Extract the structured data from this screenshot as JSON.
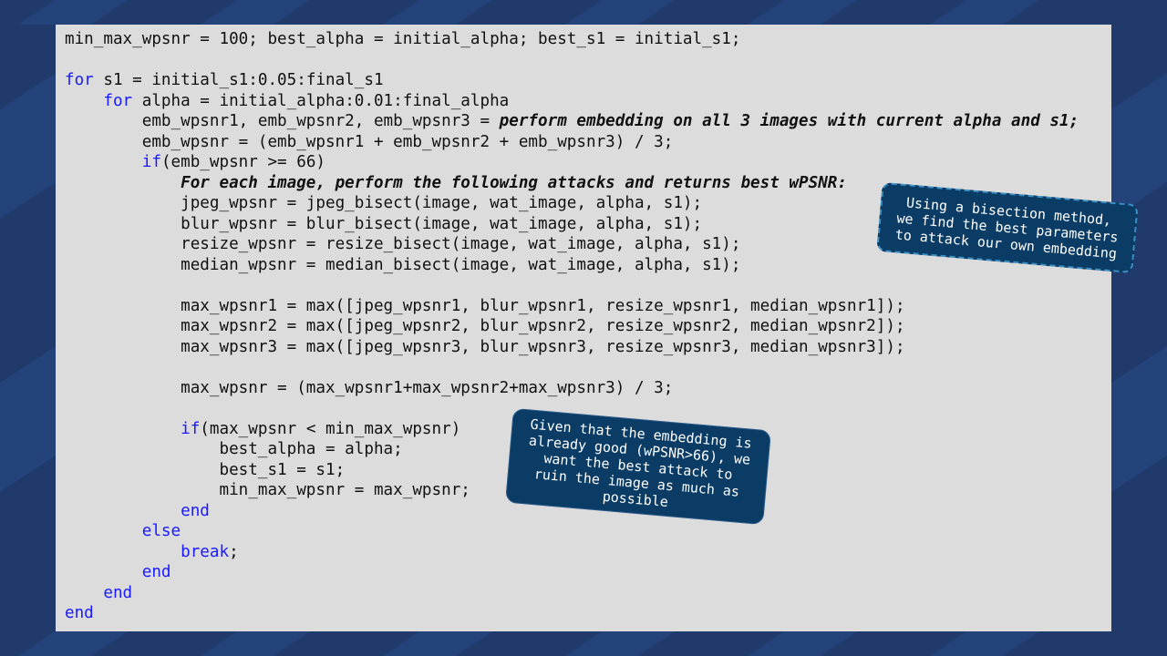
{
  "code_lines": [
    [
      {
        "t": "min_max_wpsnr = 100; best_alpha = initial_alpha; best_s1 = initial_s1;"
      }
    ],
    [],
    [
      {
        "t": "for",
        "s": "kw"
      },
      {
        "t": " s1 = initial_s1:0.05:final_s1"
      }
    ],
    [
      {
        "t": "    "
      },
      {
        "t": "for",
        "s": "kw"
      },
      {
        "t": " alpha = initial_alpha:0.01:final_alpha"
      }
    ],
    [
      {
        "t": "        emb_wpsnr1, emb_wpsnr2, emb_wpsnr3 = "
      },
      {
        "t": "perform embedding on all 3 images with current alpha and s1;",
        "s": "emph"
      }
    ],
    [
      {
        "t": "        emb_wpsnr = (emb_wpsnr1 + emb_wpsnr2 + emb_wpsnr3) / 3;"
      }
    ],
    [
      {
        "t": "        "
      },
      {
        "t": "if",
        "s": "kw"
      },
      {
        "t": "(emb_wpsnr >= 66)"
      }
    ],
    [
      {
        "t": "            "
      },
      {
        "t": "For each image, perform the following attacks and returns best wPSNR:",
        "s": "emph"
      }
    ],
    [
      {
        "t": "            jpeg_wpsnr = jpeg_bisect(image, wat_image, alpha, s1);"
      }
    ],
    [
      {
        "t": "            blur_wpsnr = blur_bisect(image, wat_image, alpha, s1);"
      }
    ],
    [
      {
        "t": "            resize_wpsnr = resize_bisect(image, wat_image, alpha, s1);"
      }
    ],
    [
      {
        "t": "            median_wpsnr = median_bisect(image, wat_image, alpha, s1);"
      }
    ],
    [],
    [
      {
        "t": "            max_wpsnr1 = max([jpeg_wpsnr1, blur_wpsnr1, resize_wpsnr1, median_wpsnr1]);"
      }
    ],
    [
      {
        "t": "            max_wpsnr2 = max([jpeg_wpsnr2, blur_wpsnr2, resize_wpsnr2, median_wpsnr2]);"
      }
    ],
    [
      {
        "t": "            max_wpsnr3 = max([jpeg_wpsnr3, blur_wpsnr3, resize_wpsnr3, median_wpsnr3]);"
      }
    ],
    [],
    [
      {
        "t": "            max_wpsnr = (max_wpsnr1+max_wpsnr2+max_wpsnr3) / 3;"
      }
    ],
    [],
    [
      {
        "t": "            "
      },
      {
        "t": "if",
        "s": "kw"
      },
      {
        "t": "(max_wpsnr < min_max_wpsnr)"
      }
    ],
    [
      {
        "t": "                best_alpha = alpha;"
      }
    ],
    [
      {
        "t": "                best_s1 = s1;"
      }
    ],
    [
      {
        "t": "                min_max_wpsnr = max_wpsnr;"
      }
    ],
    [
      {
        "t": "            "
      },
      {
        "t": "end",
        "s": "kw"
      }
    ],
    [
      {
        "t": "        "
      },
      {
        "t": "else",
        "s": "kw"
      }
    ],
    [
      {
        "t": "            "
      },
      {
        "t": "break",
        "s": "kw"
      },
      {
        "t": ";"
      }
    ],
    [
      {
        "t": "        "
      },
      {
        "t": "end",
        "s": "kw"
      }
    ],
    [
      {
        "t": "    "
      },
      {
        "t": "end",
        "s": "kw"
      }
    ],
    [
      {
        "t": "end",
        "s": "kw"
      }
    ]
  ],
  "callouts": {
    "bisection": "Using a bisection method,\nwe find the best parameters\nto attack our own embedding",
    "embedding": "Given that the embedding is\nalready good (wPSNR>66), we\nwant the best attack to\nruin the image as much as\npossible"
  },
  "colors": {
    "background": "#1f3a6b",
    "panel": "#dcdcdc",
    "keyword": "#1a1aff",
    "callout": "#0b3c66"
  }
}
